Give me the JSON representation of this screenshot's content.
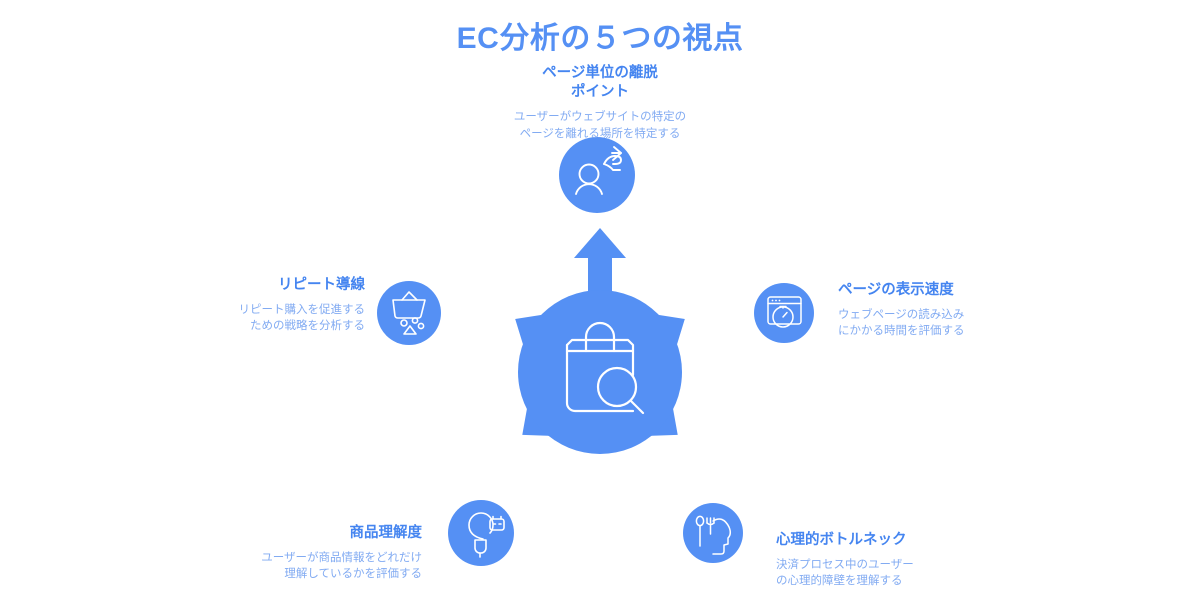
{
  "page": {
    "title": "EC分析の５つの視点",
    "background_color": "#ffffff",
    "accent_color": "#5590f4",
    "title_color": "#5590f4",
    "heading_color": "#4585f0",
    "description_color": "#82abf2",
    "icon_stroke_color": "#ffffff"
  },
  "center": {
    "icon": "shopping-bag-search-icon",
    "label": ""
  },
  "nodes": [
    {
      "key": "exit-point",
      "position": "top",
      "icon": "person-exit-icon",
      "title": "ページ単位の離脱\nポイント",
      "title_line1": "ページ単位の離脱",
      "title_line2": "ポイント",
      "desc_line1": "ユーザーがウェブサイトの特定の",
      "desc_line2": "ページを離れる場所を特定する",
      "description": "ユーザーがウェブサイトの特定のページを離れる場所を特定する"
    },
    {
      "key": "page-speed",
      "position": "right",
      "icon": "browser-stopwatch-icon",
      "title": "ページの表示速度",
      "desc_line1": "ウェブページの読み込み",
      "desc_line2": "にかかる時間を評価する",
      "description": "ウェブページの読み込みにかかる時間を評価する"
    },
    {
      "key": "psychological-bottleneck",
      "position": "bottom-right",
      "icon": "head-profile-utensils-icon",
      "title": "心理的ボトルネック",
      "desc_line1": "決済プロセス中のユーザー",
      "desc_line2": "の心理的障壁を理解する",
      "description": "決済プロセス中のユーザーの心理的障壁を理解する"
    },
    {
      "key": "product-understanding",
      "position": "bottom-left",
      "icon": "lightbulb-device-icon",
      "title": "商品理解度",
      "desc_line1": "ユーザーが商品情報をどれだけ",
      "desc_line2": "理解しているかを評価する",
      "description": "ユーザーが商品情報をどれだけ理解しているかを評価する"
    },
    {
      "key": "repeat-flow",
      "position": "left",
      "icon": "shopping-basket-items-icon",
      "title": "リピート導線",
      "desc_line1": "リピート購入を促進する",
      "desc_line2": "ための戦略を分析する",
      "description": "リピート購入を促進するための戦略を分析する"
    }
  ]
}
